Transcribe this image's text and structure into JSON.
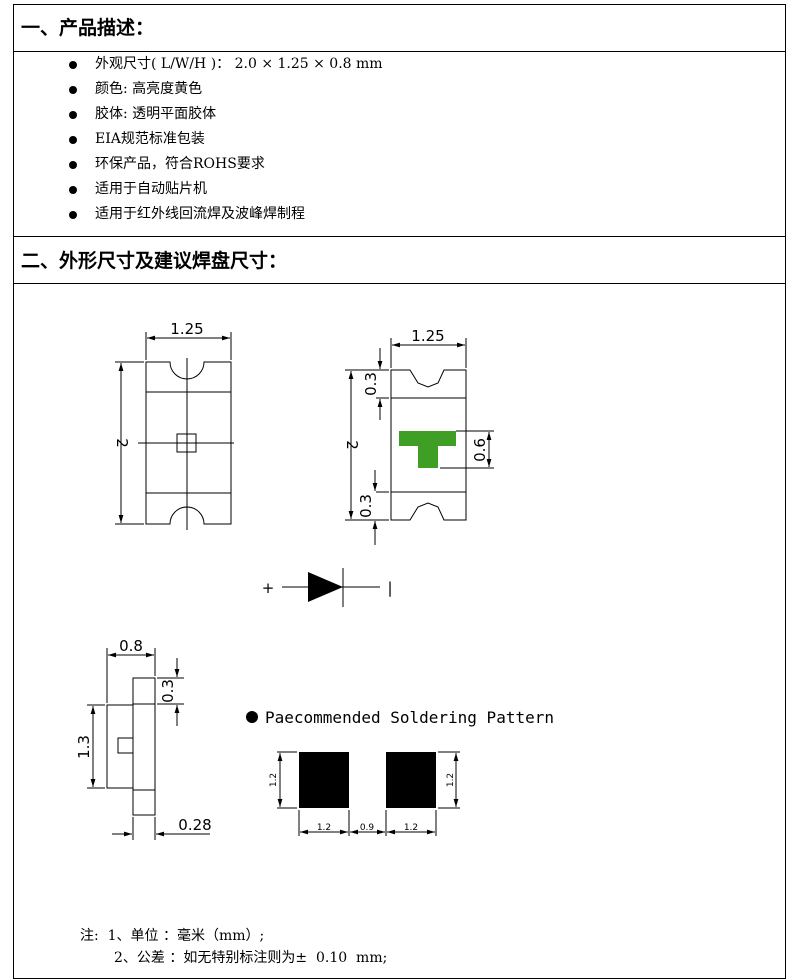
{
  "section1": {
    "title": "一、产品描述：",
    "items": [
      "外观尺寸( L/W/H )：  2.0 × 1.25 × 0.8 mm",
      "颜色: 高亮度黄色",
      "胶体: 透明平面胶体",
      "EIA规范标准包装",
      "环保产品，符合ROHS要求",
      "适用于自动贴片机",
      "适用于红外线回流焊及波峰焊制程"
    ]
  },
  "section2": {
    "title": "二、外形尺寸及建议焊盘尺寸："
  },
  "drawing": {
    "top_view": {
      "width": "1.25",
      "length": "2"
    },
    "bottom_view": {
      "width": "1.25",
      "length": "2",
      "top_band": "0.3",
      "bottom_band": "0.3",
      "mark": "0.6",
      "mark_color": "#3f9e24"
    },
    "diode": {
      "plus": "+",
      "minus": "|"
    },
    "side_view": {
      "height": "0.8",
      "band": "0.3",
      "body": "1.3",
      "lead": "0.28"
    },
    "soldering": {
      "title": "Paecommended Soldering Pattern",
      "pad_height_left": "1.2",
      "pad_height_right": "1.2",
      "pad_width_left": "1.2",
      "gap": "0.9",
      "pad_width_right": "1.2"
    }
  },
  "notes": {
    "line1": "注:  1、单位 ：毫米（mm）;",
    "line2": "2、公差 ：如无特别标注则为±  0.10  mm;"
  }
}
